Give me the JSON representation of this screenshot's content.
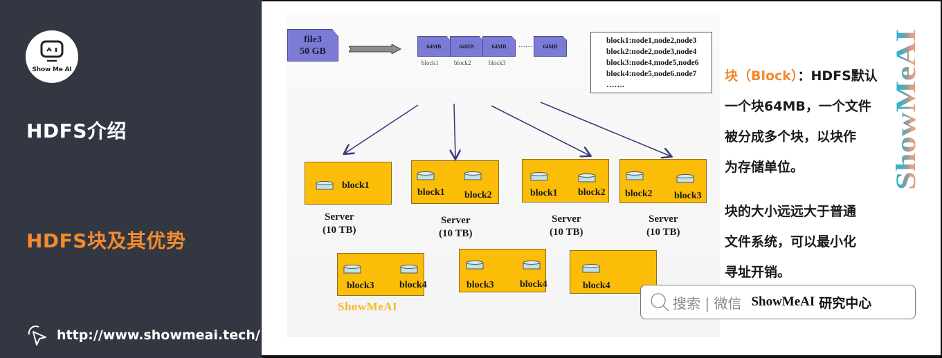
{
  "sidebar": {
    "logo_text": "Show Me AI",
    "section_intro": "HDFS介绍",
    "section_current": "HDFS块及其优势",
    "link": "http://www.showmeai.tech/"
  },
  "diagram": {
    "file": {
      "name": "file3",
      "size": "50 GB"
    },
    "chunks": [
      {
        "size": "64MB",
        "label": "block1"
      },
      {
        "size": "64MB",
        "label": "block2"
      },
      {
        "size": "64MB",
        "label": "block3"
      },
      {
        "size": "64MB",
        "label": ""
      }
    ],
    "ellipsis": "……",
    "metadata": [
      "block1:node1,node2,node3",
      "block2:node2,node3,node4",
      "block3:node4,mode5,node6",
      "block4:node5,node6.node7",
      "……."
    ],
    "servers": [
      {
        "blocks": [
          "block1"
        ],
        "caption_line1": "Server",
        "caption_line2": "(10 TB)"
      },
      {
        "blocks": [
          "block1",
          "block2"
        ],
        "caption_line1": "Server",
        "caption_line2": "(10 TB)"
      },
      {
        "blocks": [
          "block1",
          "block2"
        ],
        "caption_line1": "Server",
        "caption_line2": "(10 TB)"
      },
      {
        "blocks": [
          "block2",
          "block3"
        ],
        "caption_line1": "Server",
        "caption_line2": "(10 TB)"
      },
      {
        "blocks": [
          "block3",
          "block4"
        ]
      },
      {
        "blocks": [
          "block3",
          "block4"
        ]
      },
      {
        "blocks": [
          "block4"
        ]
      }
    ],
    "watermark": "ShowMeAI"
  },
  "description": {
    "p1_highlight": "块（Block）",
    "p1_lines": [
      "：HDFS默认",
      "一个块64MB，一个文件",
      "被分成多个块，以块作",
      "为存储单位。"
    ],
    "p2_lines": [
      "块的大小远远大于普通",
      "文件系统，可以最小化",
      "寻址开销。"
    ]
  },
  "vertical_watermark": "ShowMeAI",
  "search": {
    "placeholder": "搜索 | 微信",
    "brand": "ShowMeAI",
    "suffix": "研究中心"
  },
  "colors": {
    "sidebar_bg": "#323741",
    "accent_orange": "#f28a2e",
    "block_purple": "#7b7bd6",
    "server_yellow": "#fbbd08",
    "arrow_navy": "#3b3b7a"
  }
}
